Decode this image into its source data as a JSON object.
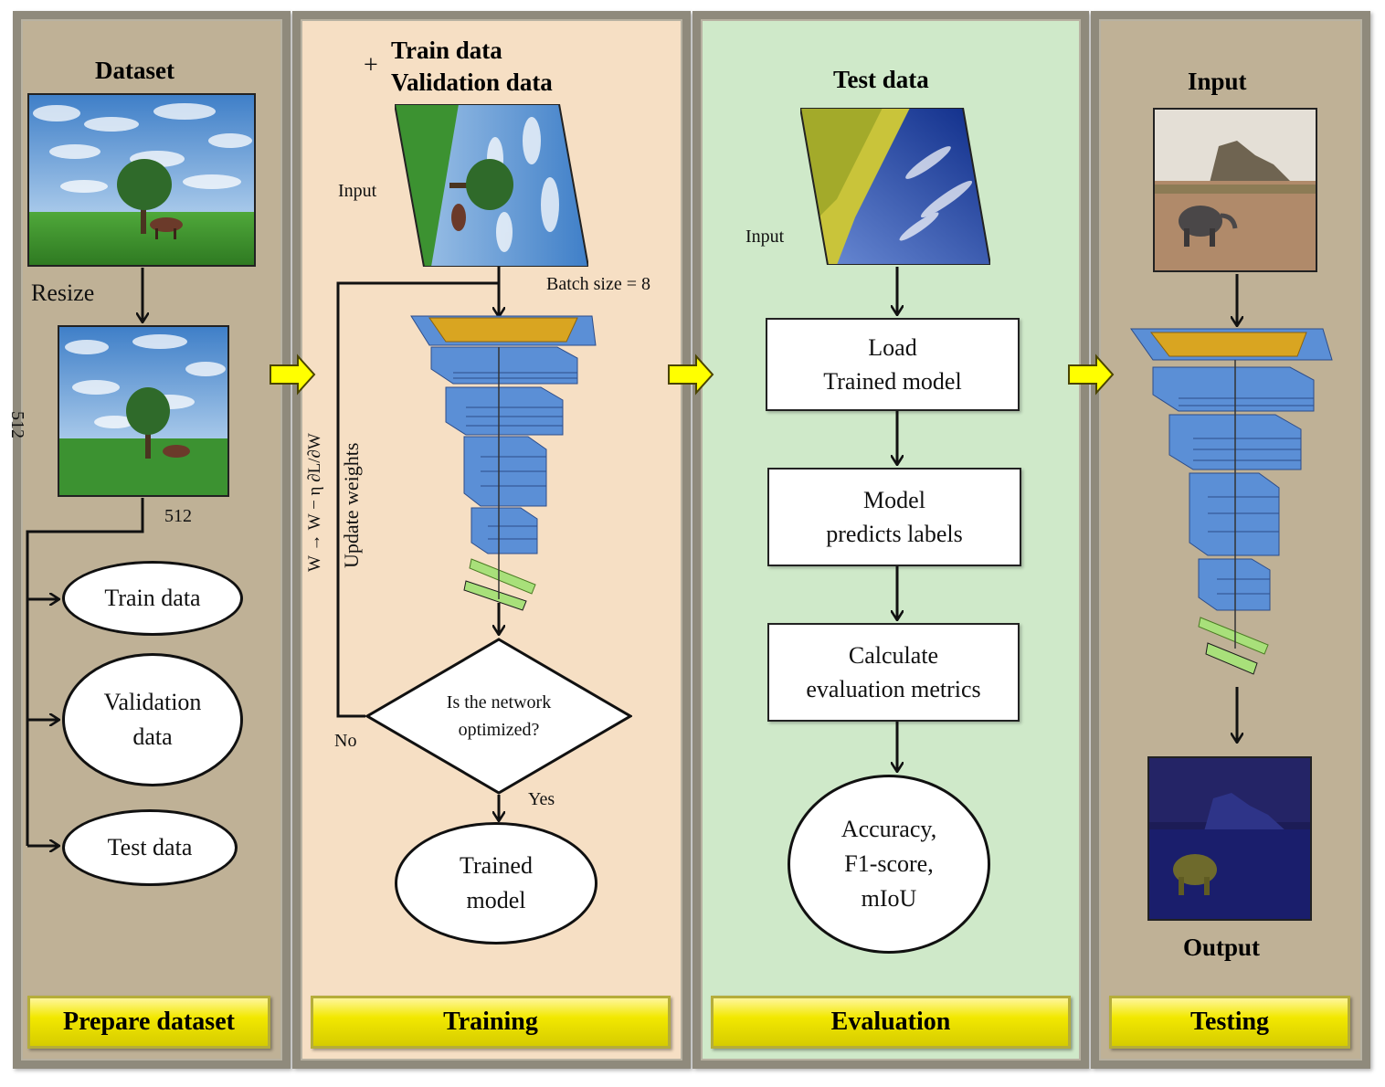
{
  "colors": {
    "panel_prepare": "#bfb196",
    "panel_training": "#f6dfc4",
    "panel_evaluation": "#cfe9c9",
    "panel_testing": "#bfb196",
    "stage_label_fill": "#f2e800",
    "transition_arrow": "#ffff00",
    "network_input_layer": "#d9a521",
    "network_conv_block": "#5b8fd6",
    "network_fc_layer": "#a8e07a"
  },
  "prepare": {
    "title": "Dataset",
    "resize_label": "Resize",
    "size_vertical": "512",
    "size_horizontal": "512",
    "splits": {
      "train": "Train data",
      "validation_line1": "Validation",
      "validation_line2": "data",
      "test": "Test data"
    },
    "stage_label": "Prepare dataset"
  },
  "training": {
    "title_line1": "Train data",
    "title_plus": "+",
    "title_line2": "Validation data",
    "input_label": "Input",
    "batch_label": "Batch size = 8",
    "update_label": "Update weights",
    "update_formula": "W → W − η ∂L/∂W",
    "decision_line1": "Is the network",
    "decision_line2": "optimized?",
    "no_label": "No",
    "yes_label": "Yes",
    "result_line1": "Trained",
    "result_line2": "model",
    "stage_label": "Training"
  },
  "evaluation": {
    "title": "Test data",
    "input_label": "Input",
    "step1_line1": "Load",
    "step1_line2": "Trained model",
    "step2_line1": "Model",
    "step2_line2": "predicts labels",
    "step3_line1": "Calculate",
    "step3_line2": "evaluation metrics",
    "metrics_line1": "Accuracy,",
    "metrics_line2": "F1-score,",
    "metrics_line3": "mIoU",
    "stage_label": "Evaluation"
  },
  "testing": {
    "title": "Input",
    "output_label": "Output",
    "stage_label": "Testing"
  }
}
